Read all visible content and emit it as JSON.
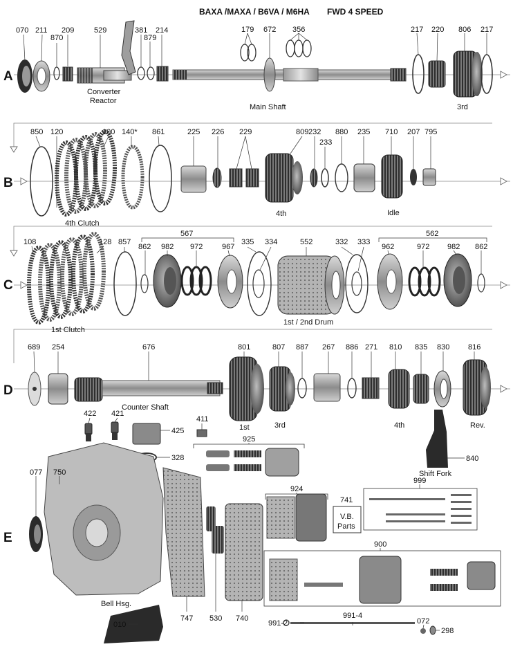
{
  "header": {
    "title": "BAXA /MAXA / B6VA / M6HA",
    "subtitle": "FWD 4  SPEED"
  },
  "rows": [
    "A",
    "B",
    "C",
    "D",
    "E"
  ],
  "captions": {
    "converter": "Converter",
    "reactor": "Reactor",
    "main_shaft": "Main Shaft",
    "third_a": "3rd",
    "fourth_clutch": "4th Clutch",
    "fourth_b": "4th",
    "idle": "Idle",
    "first_clutch": "1st Clutch",
    "drum": "1st / 2nd Drum",
    "counter_shaft": "Counter Shaft",
    "first_d": "1st",
    "third_d": "3rd",
    "fourth_d": "4th",
    "rev": "Rev.",
    "shift_fork": "Shift Fork",
    "bell": "Bell Hsg.",
    "vb_1": "V.B.",
    "vb_2": "Parts"
  },
  "part_numbers": {
    "a": [
      "070",
      "211",
      "870",
      "209",
      "529",
      "381",
      "879",
      "214",
      "179",
      "672",
      "356",
      "217",
      "220",
      "806",
      "217"
    ],
    "b": [
      "850",
      "120",
      "100",
      "140*",
      "861",
      "225",
      "226",
      "229",
      "809",
      "232",
      "233",
      "880",
      "235",
      "710",
      "207",
      "795"
    ],
    "c": [
      "108",
      "128",
      "857",
      "567",
      "862",
      "982",
      "972",
      "967",
      "335",
      "334",
      "552",
      "332",
      "333",
      "562",
      "962",
      "972",
      "982",
      "862"
    ],
    "d": [
      "689",
      "254",
      "676",
      "801",
      "807",
      "887",
      "267",
      "886",
      "271",
      "810",
      "835",
      "830",
      "816"
    ],
    "e": [
      "422",
      "421",
      "425",
      "411",
      "328",
      "925",
      "840",
      "999",
      "077",
      "750",
      "924",
      "741",
      "900",
      "747",
      "530",
      "740",
      "010",
      "991-2",
      "991-4",
      "072",
      "298"
    ]
  }
}
